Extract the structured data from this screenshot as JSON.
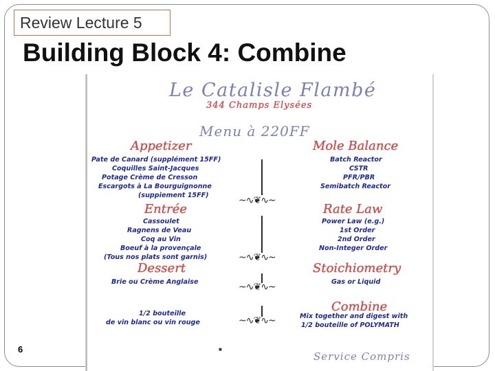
{
  "header": {
    "review_tag": "Review Lecture 5",
    "title": "Building Block 4: Combine",
    "page_number": "6"
  },
  "menu": {
    "restaurant_name": "Le Catalisle Flambé",
    "address": "344 Champs Elysées",
    "menu_price": "Menu à 220FF",
    "left": {
      "appetizer": {
        "heading": "Appetizer",
        "items": [
          "Pate de Canard (supplément 15FF)",
          "Coquilles Saint-Jacques",
          "Potage Crème de Cresson",
          "Escargots à La Bourguignonne",
          "(suppiement 15FF)"
        ]
      },
      "entree": {
        "heading": "Entrée",
        "items": [
          "Cassoulet",
          "Ragnens de Veau",
          "Coq au Vin",
          "Boeuf à la provençale",
          "(Tous nos plats sont garnis)"
        ]
      },
      "dessert": {
        "heading": "Dessert",
        "items": [
          "Brie ou Crème Anglaise"
        ]
      },
      "wine": {
        "items": [
          "1/2 bouteille",
          "de vin blanc ou vin rouge"
        ]
      }
    },
    "right": {
      "mole_balance": {
        "heading": "Mole Balance",
        "items": [
          "Batch Reactor",
          "CSTR",
          "PFR/PBR",
          "Semibatch Reactor"
        ]
      },
      "rate_law": {
        "heading": "Rate Law",
        "items": [
          "Power Law (e.g.)",
          "1st Order",
          "2nd Order",
          "Non-Integer Order"
        ]
      },
      "stoichiometry": {
        "heading": "Stoichiometry",
        "items": [
          "Gas or Liquid"
        ]
      },
      "combine": {
        "heading": "Combine",
        "items": [
          "Mix together and digest with",
          "1/2 bouteille of POLYMATH"
        ]
      }
    },
    "footer": "Service Compris",
    "ornament_glyph": "~∿❦∿~"
  },
  "colors": {
    "heading_red": "#c0504d",
    "item_navy": "#1f2a8c",
    "title_blue": "#7c7fb4",
    "frame_gray": "#8c8c8c",
    "tag_border": "#b8784a"
  }
}
